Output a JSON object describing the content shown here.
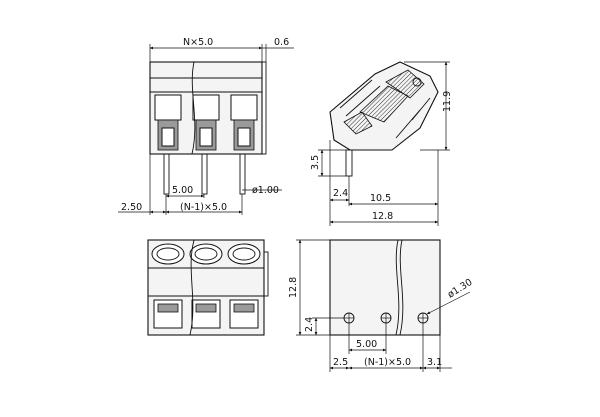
{
  "front_view": {
    "dim_width_top": "N×5.0",
    "dim_offset_top": "0.6",
    "dim_pitch": "5.00",
    "dim_pin_dia": "ø1.00",
    "dim_left_offset": "2.50",
    "dim_pitch_total": "(N-1)×5.0"
  },
  "side_view": {
    "dim_height": "11.9",
    "dim_pin_length": "3.5",
    "dim_pin_offset": "2.4",
    "dim_depth_partial": "10.5",
    "dim_depth_total": "12.8"
  },
  "pcb_view": {
    "dim_height": "12.8",
    "dim_hole_offset_y": "2.4",
    "dim_pitch": "5.00",
    "dim_left": "2.5",
    "dim_pitch_total": "(N-1)×5.0",
    "dim_right": "3.1",
    "dim_hole_dia": "ø1.30"
  }
}
